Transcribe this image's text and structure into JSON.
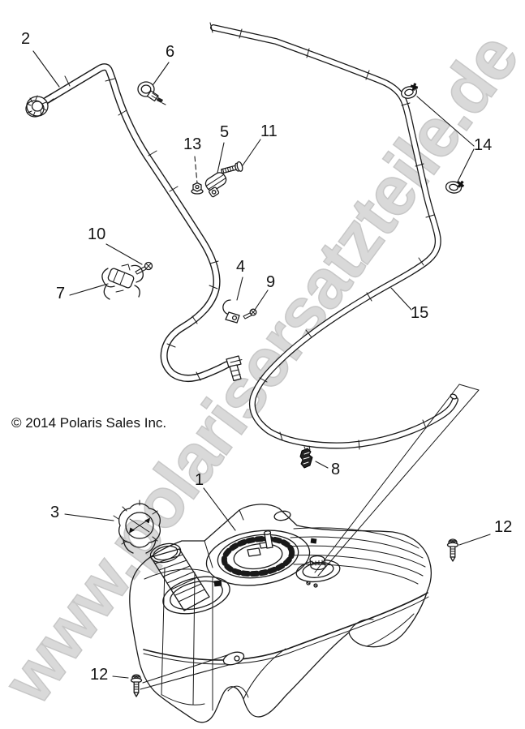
{
  "watermark": {
    "text": "www.polarisersatzteile.de",
    "color": "#d9d9d9"
  },
  "copyright": "© 2014 Polaris Sales Inc.",
  "diagram": {
    "type": "exploded-parts-diagram",
    "subject": "fuel tank, fuel lines, cap, pump flange, clamps and screws",
    "line_color": "#1a1a1a",
    "background_color": "#ffffff",
    "callouts": {
      "c1": "1",
      "c2": "2",
      "c3": "3",
      "c4": "4",
      "c5": "5",
      "c6": "6",
      "c7": "7",
      "c8": "8",
      "c9": "9",
      "c10": "10",
      "c11": "11",
      "c12a": "12",
      "c12b": "12",
      "c13": "13",
      "c14": "14",
      "c15": "15"
    }
  }
}
